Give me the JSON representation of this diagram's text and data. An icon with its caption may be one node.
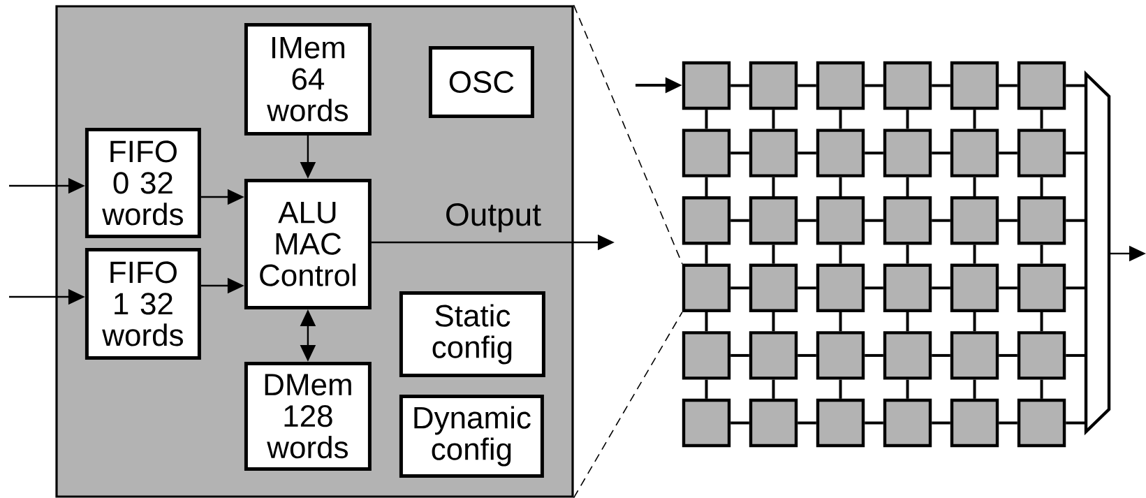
{
  "diagram": {
    "nodes": [
      {
        "text": [],
        "shape": "box"
      },
      {
        "text": [
          "IMem 64 words"
        ],
        "in": 0
      },
      {
        "text": [
          "OSC"
        ],
        "in": 0
      },
      {
        "text": [
          "FIFO 0 32 words"
        ],
        "in": 0
      },
      {
        "text": [
          "FIFO 1 32 words"
        ],
        "in": 0
      },
      {
        "text": [
          "ALU MAC Control"
        ],
        "in": 0
      },
      {
        "text": [
          "Static config"
        ],
        "in": 0
      },
      {
        "text": [
          "DMem 128 words"
        ],
        "in": 0
      },
      {
        "text": [
          "Dynamic config"
        ],
        "in": 0
      },
      {
        "text": [],
        "shape": "box"
      },
      {
        "text": [],
        "shape": "box"
      },
      {
        "text": [],
        "shape": "box"
      },
      {
        "text": [],
        "shape": "box"
      },
      {
        "text": [],
        "shape": "box"
      },
      {
        "text": [],
        "shape": "box"
      },
      {
        "text": [],
        "shape": "box"
      },
      {
        "text": [],
        "shape": "box"
      },
      {
        "text": [],
        "shape": "box"
      },
      {
        "text": [],
        "shape": "box"
      },
      {
        "text": [],
        "shape": "box"
      },
      {
        "text": [],
        "shape": "box"
      },
      {
        "text": [],
        "shape": "box"
      },
      {
        "text": [],
        "shape": "box"
      },
      {
        "text": [],
        "shape": "box"
      },
      {
        "text": [],
        "shape": "box"
      },
      {
        "text": [],
        "shape": "box"
      },
      {
        "text": [],
        "shape": "box"
      },
      {
        "text": [],
        "shape": "box"
      },
      {
        "text": [],
        "shape": "box"
      },
      {
        "text": [],
        "shape": "box"
      },
      {
        "text": [],
        "shape": "box"
      },
      {
        "text": [],
        "shape": "box"
      },
      {
        "text": [],
        "shape": "box"
      },
      {
        "text": [],
        "shape": "box"
      },
      {
        "text": [],
        "shape": "box"
      },
      {
        "text": [],
        "shape": "box"
      },
      {
        "text": [],
        "shape": "box"
      },
      {
        "text": [],
        "shape": "box"
      },
      {
        "text": [],
        "shape": "box"
      },
      {
        "text": [],
        "shape": "box"
      },
      {
        "text": [],
        "shape": "box"
      },
      {
        "text": [],
        "shape": "box"
      },
      {
        "text": [],
        "shape": "box"
      },
      {
        "text": [],
        "shape": "box"
      },
      {
        "text": [],
        "shape": "box"
      },
      {
        "text": [],
        "shape": "trapezoid"
      }
    ],
    "edges": [
      {
        "from": null,
        "to": 3,
        "arrow": "to"
      },
      {
        "from": null,
        "to": 4,
        "arrow": "to"
      },
      {
        "from": 3,
        "to": 5,
        "arrow": "to"
      },
      {
        "from": 4,
        "to": 5,
        "arrow": "to"
      },
      {
        "from": 1,
        "to": 5,
        "arrow": "to"
      },
      {
        "from": 5,
        "to": 7,
        "arrow": "both"
      },
      {
        "from": 5,
        "to": null,
        "arrow": "to",
        "label": "Output"
      },
      {
        "from": 0,
        "to": 27,
        "arrow": "none",
        "style": "dashed"
      },
      {
        "from": 0,
        "to": 27,
        "arrow": "none",
        "style": "dashed"
      },
      {
        "from": null,
        "to": 9,
        "arrow": "to"
      },
      {
        "from": 9,
        "to": 10,
        "arrow": "none"
      },
      {
        "from": 10,
        "to": 11,
        "arrow": "none"
      },
      {
        "from": 11,
        "to": 12,
        "arrow": "none"
      },
      {
        "from": 12,
        "to": 13,
        "arrow": "none"
      },
      {
        "from": 13,
        "to": 14,
        "arrow": "none"
      },
      {
        "from": 15,
        "to": 16,
        "arrow": "none"
      },
      {
        "from": 16,
        "to": 17,
        "arrow": "none"
      },
      {
        "from": 17,
        "to": 18,
        "arrow": "none"
      },
      {
        "from": 18,
        "to": 19,
        "arrow": "none"
      },
      {
        "from": 19,
        "to": 20,
        "arrow": "none"
      },
      {
        "from": 21,
        "to": 22,
        "arrow": "none"
      },
      {
        "from": 22,
        "to": 23,
        "arrow": "none"
      },
      {
        "from": 23,
        "to": 24,
        "arrow": "none"
      },
      {
        "from": 24,
        "to": 25,
        "arrow": "none"
      },
      {
        "from": 25,
        "to": 26,
        "arrow": "none"
      },
      {
        "from": 27,
        "to": 28,
        "arrow": "none"
      },
      {
        "from": 28,
        "to": 29,
        "arrow": "none"
      },
      {
        "from": 29,
        "to": 30,
        "arrow": "none"
      },
      {
        "from": 30,
        "to": 31,
        "arrow": "none"
      },
      {
        "from": 31,
        "to": 32,
        "arrow": "none"
      },
      {
        "from": 33,
        "to": 34,
        "arrow": "none"
      },
      {
        "from": 34,
        "to": 35,
        "arrow": "none"
      },
      {
        "from": 35,
        "to": 36,
        "arrow": "none"
      },
      {
        "from": 36,
        "to": 37,
        "arrow": "none"
      },
      {
        "from": 37,
        "to": 38,
        "arrow": "none"
      },
      {
        "from": 39,
        "to": 40,
        "arrow": "none"
      },
      {
        "from": 40,
        "to": 41,
        "arrow": "none"
      },
      {
        "from": 41,
        "to": 42,
        "arrow": "none"
      },
      {
        "from": 42,
        "to": 43,
        "arrow": "none"
      },
      {
        "from": 43,
        "to": 44,
        "arrow": "none"
      },
      {
        "from": 9,
        "to": 15,
        "arrow": "none"
      },
      {
        "from": 10,
        "to": 16,
        "arrow": "none"
      },
      {
        "from": 11,
        "to": 17,
        "arrow": "none"
      },
      {
        "from": 12,
        "to": 18,
        "arrow": "none"
      },
      {
        "from": 13,
        "to": 19,
        "arrow": "none"
      },
      {
        "from": 14,
        "to": 20,
        "arrow": "none"
      },
      {
        "from": 15,
        "to": 21,
        "arrow": "none"
      },
      {
        "from": 16,
        "to": 22,
        "arrow": "none"
      },
      {
        "from": 17,
        "to": 23,
        "arrow": "none"
      },
      {
        "from": 18,
        "to": 24,
        "arrow": "none"
      },
      {
        "from": 19,
        "to": 25,
        "arrow": "none"
      },
      {
        "from": 20,
        "to": 26,
        "arrow": "none"
      },
      {
        "from": 21,
        "to": 27,
        "arrow": "none"
      },
      {
        "from": 22,
        "to": 28,
        "arrow": "none"
      },
      {
        "from": 23,
        "to": 29,
        "arrow": "none"
      },
      {
        "from": 24,
        "to": 30,
        "arrow": "none"
      },
      {
        "from": 25,
        "to": 31,
        "arrow": "none"
      },
      {
        "from": 26,
        "to": 32,
        "arrow": "none"
      },
      {
        "from": 27,
        "to": 33,
        "arrow": "none"
      },
      {
        "from": 28,
        "to": 34,
        "arrow": "none"
      },
      {
        "from": 29,
        "to": 35,
        "arrow": "none"
      },
      {
        "from": 30,
        "to": 36,
        "arrow": "none"
      },
      {
        "from": 31,
        "to": 37,
        "arrow": "none"
      },
      {
        "from": 32,
        "to": 38,
        "arrow": "none"
      },
      {
        "from": 33,
        "to": 39,
        "arrow": "none"
      },
      {
        "from": 34,
        "to": 40,
        "arrow": "none"
      },
      {
        "from": 35,
        "to": 41,
        "arrow": "none"
      },
      {
        "from": 36,
        "to": 42,
        "arrow": "none"
      },
      {
        "from": 37,
        "to": 43,
        "arrow": "none"
      },
      {
        "from": 38,
        "to": 44,
        "arrow": "none"
      },
      {
        "from": 14,
        "to": 45,
        "arrow": "none"
      },
      {
        "from": 20,
        "to": 45,
        "arrow": "none"
      },
      {
        "from": 26,
        "to": 45,
        "arrow": "none"
      },
      {
        "from": 32,
        "to": 45,
        "arrow": "none"
      },
      {
        "from": 38,
        "to": 45,
        "arrow": "none"
      },
      {
        "from": 44,
        "to": 45,
        "arrow": "none"
      },
      {
        "from": 45,
        "to": null,
        "arrow": "to"
      }
    ]
  }
}
